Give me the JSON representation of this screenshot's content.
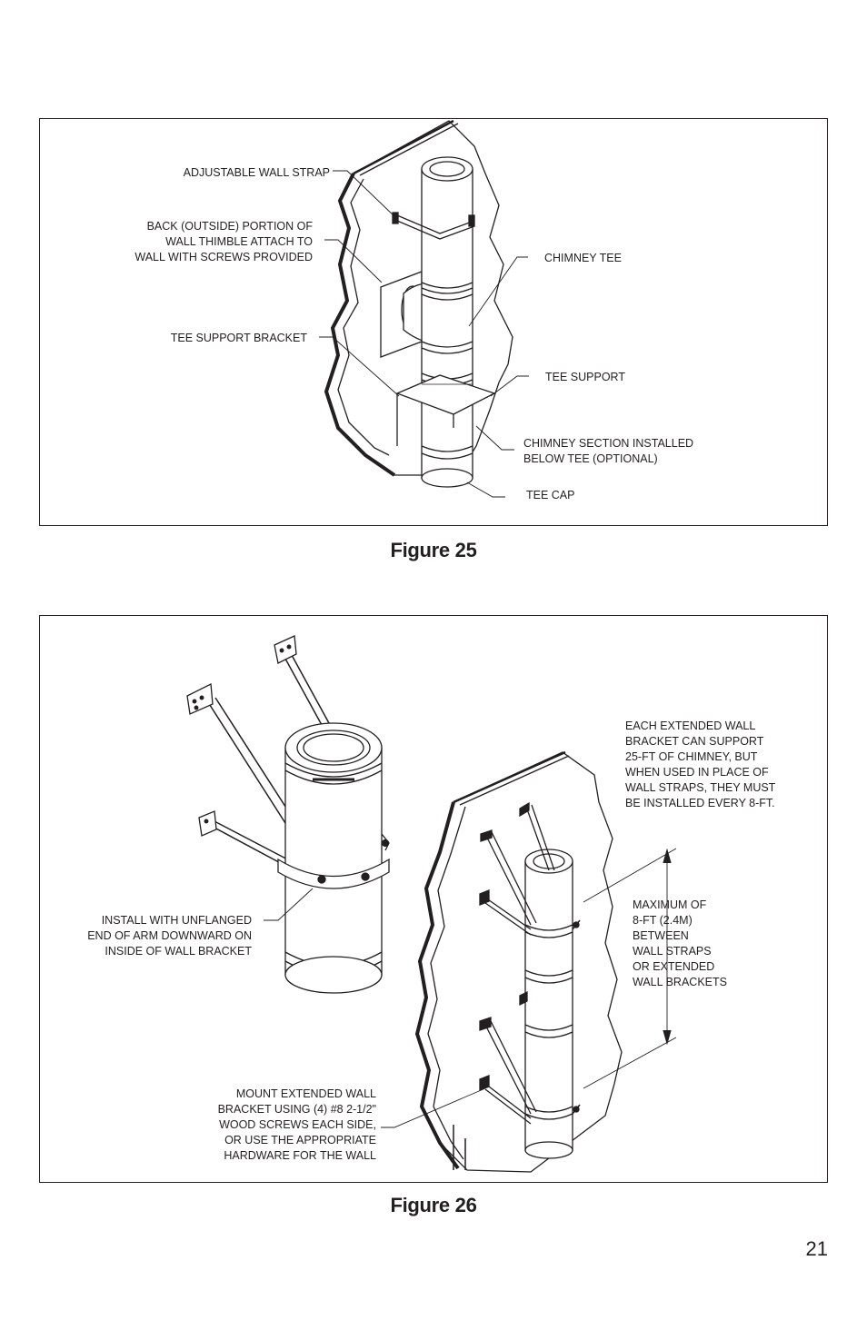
{
  "figure25": {
    "caption": "Figure 25",
    "labels": {
      "adjustable_wall_strap": "ADJUSTABLE WALL STRAP",
      "wall_thimble": "BACK (OUTSIDE) PORTION OF\nWALL THIMBLE ATTACH TO\nWALL WITH SCREWS PROVIDED",
      "tee_support_bracket": "TEE SUPPORT BRACKET",
      "chimney_tee": "CHIMNEY TEE",
      "tee_support": "TEE SUPPORT",
      "chimney_section": "CHIMNEY SECTION INSTALLED\nBELOW TEE (OPTIONAL)",
      "tee_cap": "TEE CAP"
    }
  },
  "figure26": {
    "caption": "Figure 26",
    "labels": {
      "each_extended": "EACH EXTENDED WALL\nBRACKET CAN SUPPORT\n25-FT OF CHIMNEY, BUT\nWHEN USED IN PLACE OF\nWALL STRAPS, THEY MUST\nBE INSTALLED EVERY 8-FT.",
      "maximum": "MAXIMUM OF\n8-FT (2.4M)\nBETWEEN\nWALL STRAPS\nOR EXTENDED\nWALL BRACKETS",
      "install_unflanged": "INSTALL WITH UNFLANGED\nEND OF ARM DOWNWARD ON\nINSIDE OF WALL BRACKET",
      "mount_extended": "MOUNT EXTENDED WALL\nBRACKET USING (4) #8 2-1/2\"\nWOOD SCREWS EACH SIDE,\nOR USE THE APPROPRIATE\nHARDWARE FOR THE WALL"
    }
  },
  "page_number": "21"
}
